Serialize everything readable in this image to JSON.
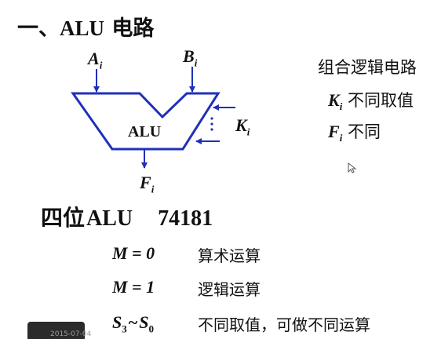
{
  "slide": {
    "title_prefix": "一、",
    "title_latin": "ALU",
    "title_suffix": " 电路"
  },
  "diagram": {
    "alu_label": "ALU",
    "input_a": "A",
    "input_a_sub": "i",
    "input_b": "B",
    "input_b_sub": "i",
    "control_k": "K",
    "control_k_sub": "i",
    "output_f": "F",
    "output_f_sub": "i",
    "colors": {
      "alu_shape": "#2030b8",
      "arrows": "#2030b8"
    }
  },
  "notes": {
    "line1": "组合逻辑电路",
    "line2_var": "K",
    "line2_sub": "i",
    "line2_text": "不同取值",
    "line3_var": "F",
    "line3_sub": "i",
    "line3_text": "不同"
  },
  "section": {
    "title_prefix": "四位",
    "title_latin": "ALU",
    "model": "74181"
  },
  "modes": [
    {
      "condition": "M = 0",
      "description": "算术运算"
    },
    {
      "condition": "M = 1",
      "description": "逻辑运算"
    },
    {
      "condition_s3": "S",
      "condition_s3_sub": "3",
      "tilde": "~",
      "condition_s0": "S",
      "condition_s0_sub": "0",
      "description": "不同取值，可做不同运算"
    }
  ],
  "player": {
    "timestamp": "2015-07-04"
  }
}
